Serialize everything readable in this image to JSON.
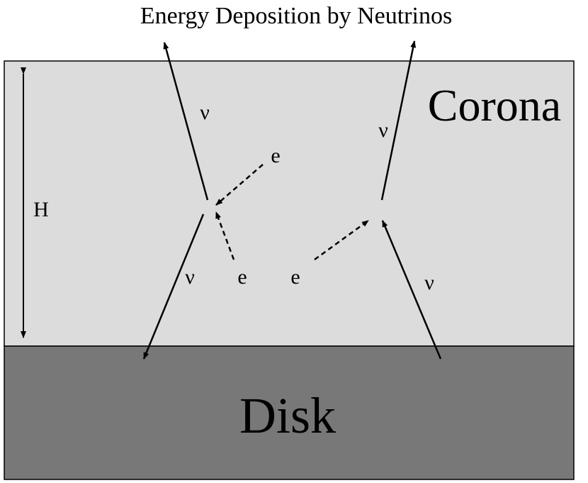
{
  "title": "Energy Deposition by Neutrinos",
  "regions": {
    "corona_label": "Corona",
    "disk_label": "Disk",
    "corona_color": "#dcdcdc",
    "disk_color": "#787878"
  },
  "height_label": "H",
  "neutrino_symbol": "ν",
  "electron_symbol": "e"
}
